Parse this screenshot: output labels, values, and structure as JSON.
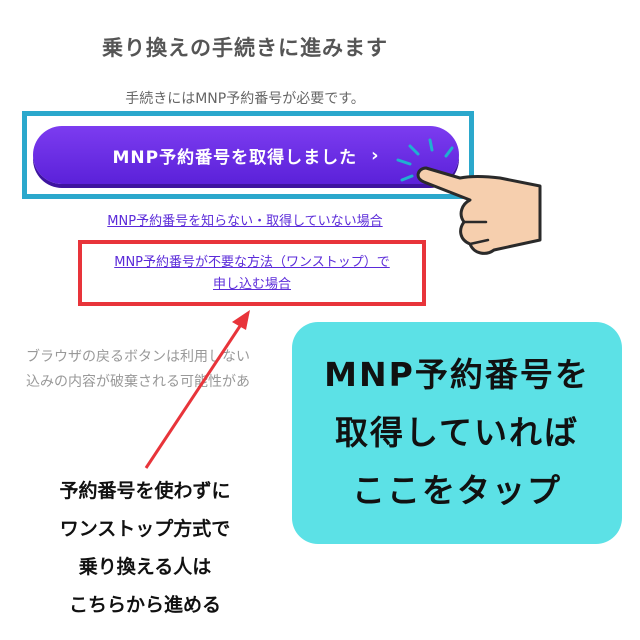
{
  "page": {
    "heading": "乗り換えの手続きに進みます",
    "subtext": "手続きにはMNP予約番号が必要です。"
  },
  "buttons": {
    "primary_label": "MNP予約番号を取得しました",
    "primary_chevron": "›"
  },
  "links": {
    "no_number": "MNP予約番号を知らない・取得していない場合",
    "one_stop_line1": "MNP予約番号が不要な方法（ワンストップ）で",
    "one_stop_line2": "申し込む場合"
  },
  "warning": {
    "line1": "ブラウザの戻るボタンは利用しない",
    "line2": "込みの内容が破棄される可能性があ"
  },
  "callout": {
    "line1": "MNP予約番号を",
    "line2": "取得していれば",
    "line3": "ここをタップ"
  },
  "note": {
    "line1": "予約番号を使わずに",
    "line2": "ワンストップ方式で",
    "line3": "乗り換える人は",
    "line4": "こちらから進める"
  },
  "colors": {
    "button": "#6a2ee8",
    "blue_frame": "#2ba8cc",
    "red_frame": "#e8343a",
    "callout_bg": "#5ce1e6",
    "link": "#5b2bd9"
  },
  "icons": {
    "hand": "pointing-hand-icon",
    "arrow": "red-arrow-icon",
    "tap": "tap-burst-icon"
  }
}
